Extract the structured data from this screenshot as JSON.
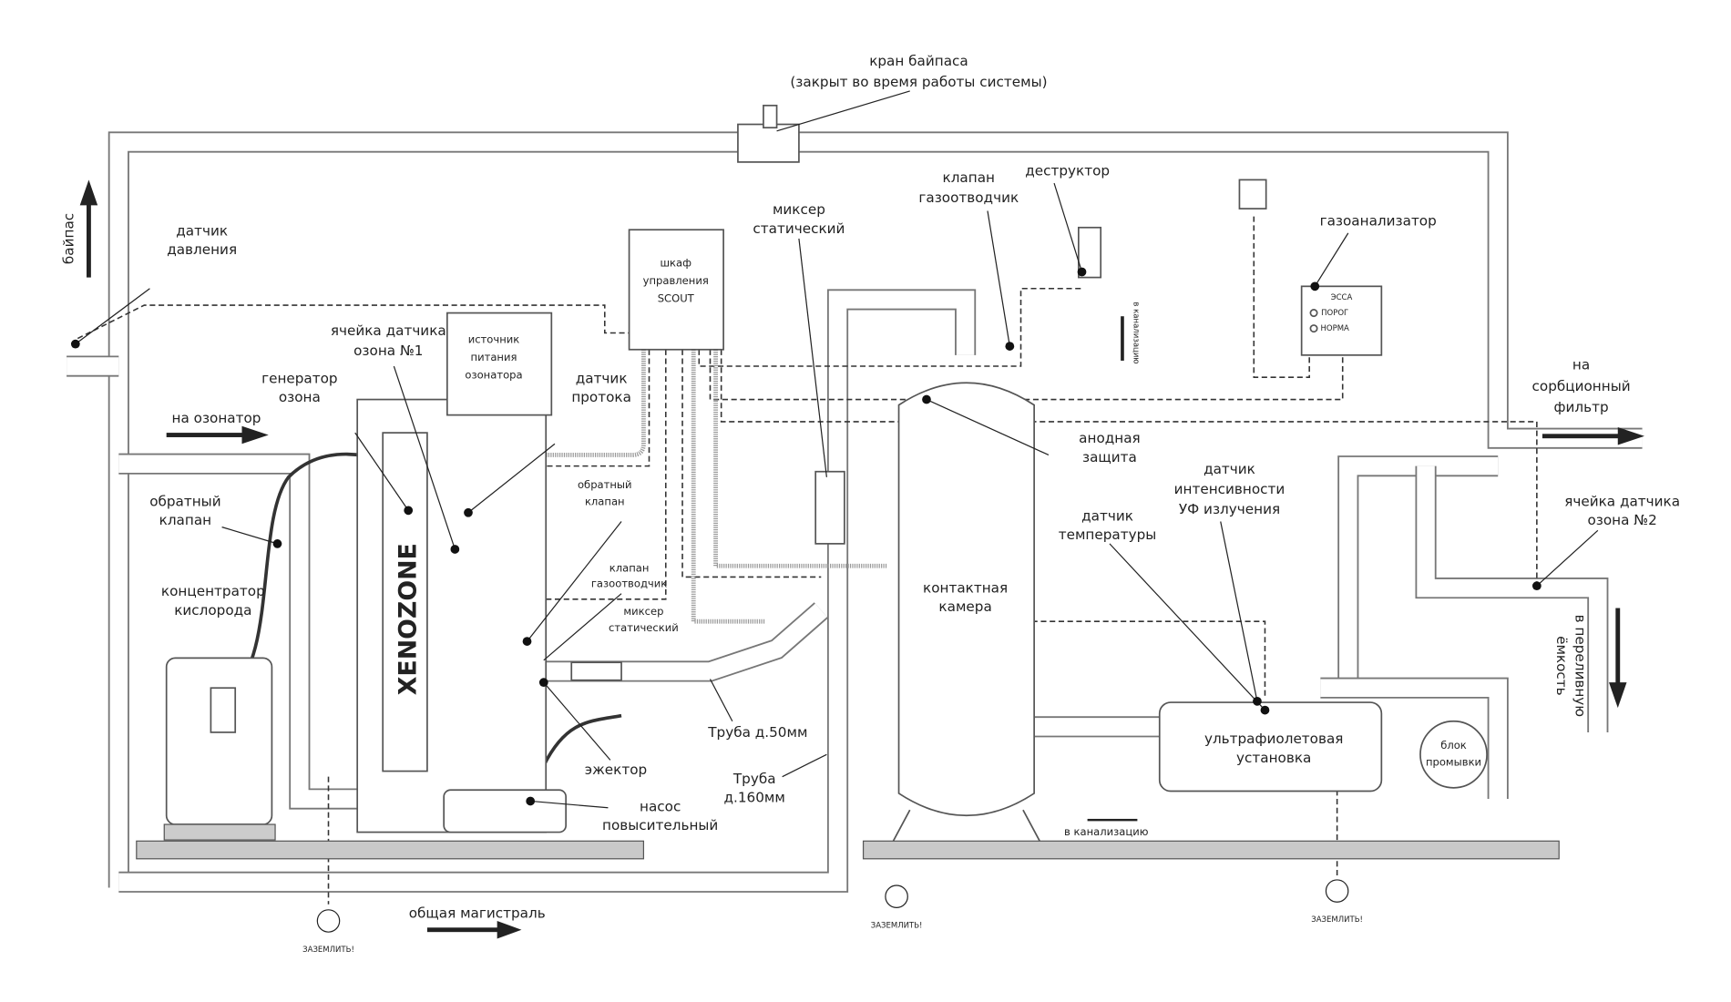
{
  "labels": {
    "bypass_valve": [
      "кран байпаса",
      "(закрыт во время работы системы)"
    ],
    "bypass": "байпас",
    "pressure_sensor": [
      "датчик",
      "давления"
    ],
    "control_cabinet": [
      "шкаф",
      "управления",
      "SCOUT"
    ],
    "power_supply": [
      "источник",
      "питания",
      "озонатора"
    ],
    "ozone_cell_1": [
      "ячейка датчика",
      "озона №1"
    ],
    "ozone_generator": [
      "генератор",
      "озона"
    ],
    "flow_sensor": [
      "датчик",
      "протока"
    ],
    "to_ozonator": "на озонатор",
    "check_valve_left": [
      "обратный",
      "клапан"
    ],
    "check_valve_small": [
      "обратный",
      "клапан"
    ],
    "gas_vent_small": [
      "клапан",
      "газоотводчик"
    ],
    "static_mixer_small": [
      "миксер",
      "статический"
    ],
    "oxygen_concentrator": [
      "концентратор",
      "кислорода"
    ],
    "static_mixer": [
      "миксер",
      "статический"
    ],
    "gas_vent": [
      "клапан",
      "газоотводчик"
    ],
    "destructor": "деструктор",
    "gas_analyzer": "газоанализатор",
    "analyzer_panel": {
      "brand": "ЭССА",
      "threshold": "ПОРОГ",
      "normal": "НОРМА"
    },
    "to_sewer_vertical": "в канализацию",
    "to_sorption_filter": [
      "на",
      "сорбционный",
      "фильтр"
    ],
    "anode_protection": [
      "анодная",
      "защита"
    ],
    "uv_intensity_sensor": [
      "датчик",
      "интенсивности",
      "УФ излучения"
    ],
    "temperature_sensor": [
      "датчик",
      "температуры"
    ],
    "ozone_cell_2": [
      "ячейка датчика",
      "озона №2"
    ],
    "to_overflow_tank": [
      "в переливную",
      "ёмкость"
    ],
    "brand_logo": "XENOZONE",
    "contact_chamber": [
      "контактная",
      "камера"
    ],
    "uv_unit": [
      "ультрафиолетовая",
      "установка"
    ],
    "flush_block": [
      "блок",
      "промывки"
    ],
    "pipe_50": "Труба д.50мм",
    "pipe_160": [
      "Труба",
      "д.160мм"
    ],
    "ejector": "эжектор",
    "booster_pump": [
      "насос",
      "повысительный"
    ],
    "to_sewer": "в канализацию",
    "main_line": "общая магистраль",
    "ground": "ЗАЗЕМЛИТЬ!"
  }
}
